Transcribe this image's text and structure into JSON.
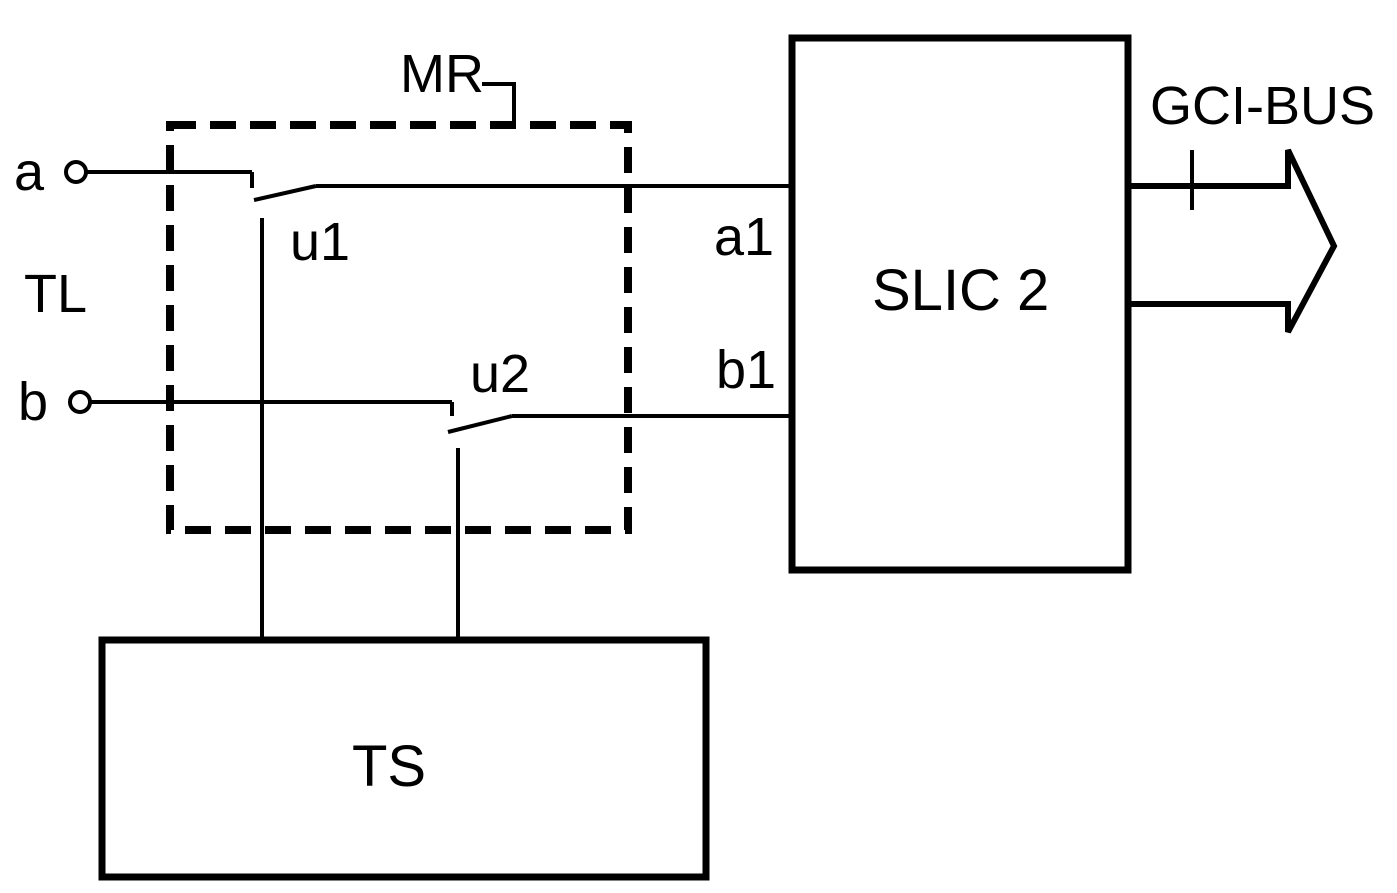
{
  "labels": {
    "a": "a",
    "b": "b",
    "TL": "TL",
    "MR": "MR",
    "u1": "u1",
    "u2": "u2",
    "a1": "a1",
    "b1": "b1",
    "slic": "SLIC 2",
    "ts": "TS",
    "bus": "GCI-BUS"
  }
}
